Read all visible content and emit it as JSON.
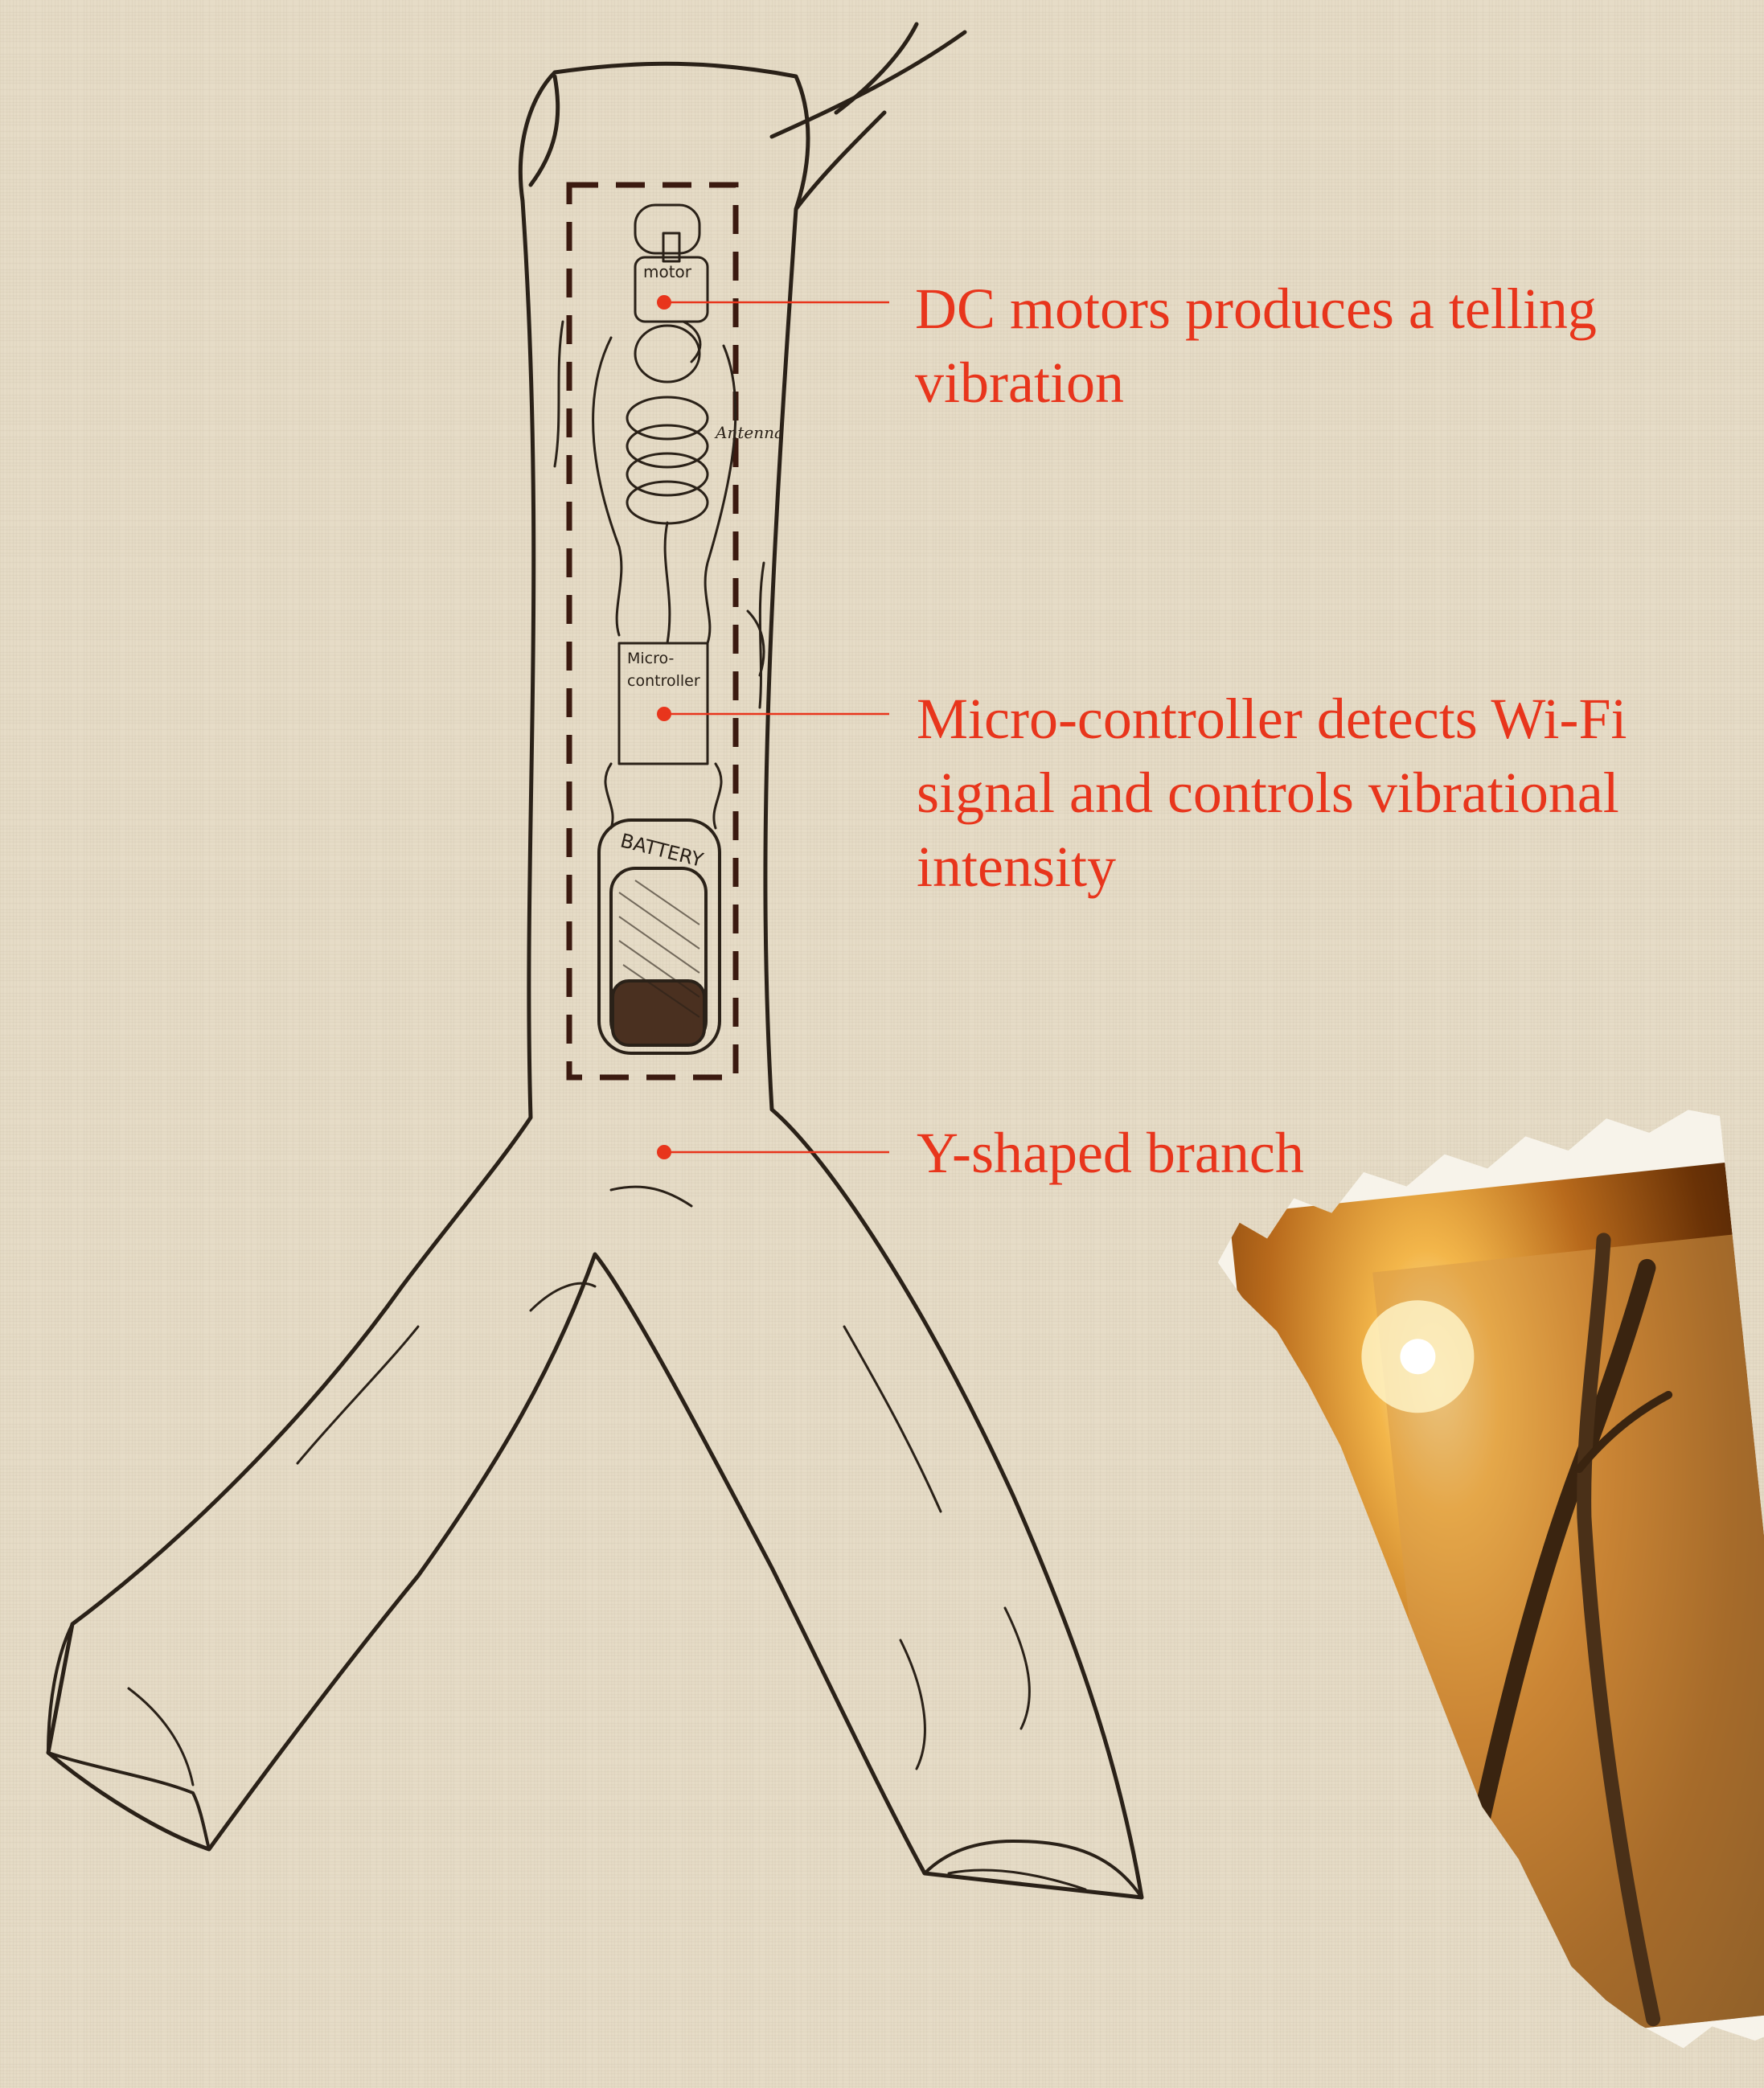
{
  "annotations": {
    "motor": "DC motors produces a  telling\nvibration",
    "controller": "Micro-controller detects Wi-Fi\nsignal and controls vibrational\nintensity",
    "branch": "Y-shaped branch"
  },
  "sketch_labels": {
    "motor": "motor",
    "antenna": "Antenna",
    "controller": "Micro-\ncontroller",
    "battery": "BATTERY"
  },
  "colors": {
    "annotation": "#e8351c",
    "ink": "#2a2118",
    "box": "#3b1a10",
    "background": "#e6dcc7"
  }
}
